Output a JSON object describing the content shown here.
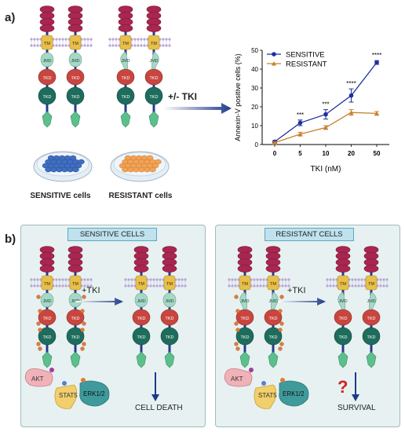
{
  "panel_a": {
    "label": "a)",
    "sensitive_caption": "SENSITIVE cells",
    "resistant_caption": "RESISTANT cells",
    "treatment_label": "+/- TKI"
  },
  "panel_b": {
    "label": "b)",
    "sensitive_title": "SENSITIVE CELLS",
    "resistant_title": "RESISTANT CELLS",
    "treatment_label_left": "+TKI",
    "treatment_label_right": "+TKI",
    "outcome_left": "CELL DEATH",
    "outcome_right": "SURVIVAL",
    "question_mark": "?"
  },
  "receptor": {
    "domain_labels": [
      "TM",
      "JMD",
      "TKD",
      "TKD"
    ],
    "signals": [
      "AKT",
      "STAT5",
      "ERK1/2"
    ]
  },
  "chart_data": {
    "type": "line",
    "x": [
      0,
      5,
      10,
      20,
      50
    ],
    "xticks": [
      "0",
      "5",
      "10",
      "20",
      "50"
    ],
    "xlabel": "TKI (nM)",
    "ylabel": "Annexin-V positive cells (%)",
    "ylim": [
      0,
      50
    ],
    "yticks": [
      0,
      10,
      20,
      30,
      40,
      50
    ],
    "legend_position": "top-left",
    "series": [
      {
        "name": "SENSITIVE",
        "color": "#1f2f9e",
        "marker": "circle",
        "values": [
          1.5,
          11.5,
          16,
          26,
          43.5
        ],
        "errors": [
          0.5,
          1.5,
          2.5,
          3.5,
          1.0
        ]
      },
      {
        "name": "RESISTANT",
        "color": "#c8802c",
        "marker": "triangle",
        "values": [
          1.0,
          5.5,
          9.0,
          17.0,
          16.5
        ],
        "errors": [
          0.4,
          1.0,
          1.0,
          1.5,
          1.0
        ]
      }
    ],
    "significance": [
      "",
      "***",
      "***",
      "****",
      "****"
    ]
  },
  "colors": {
    "ecd": "#a8264f",
    "tm": "#e7bf4a",
    "jmd": "#a7d8c6",
    "tkd1": "#c8463f",
    "tkd2": "#1e6c5c",
    "ctail": "#5cbf8c",
    "stalk": "#2b3a8e",
    "membrane": "#b9a6d6",
    "arrow": "#1f3a8a",
    "akt": "#f0b2b8",
    "stat5": "#f2cf6a",
    "erk": "#3f9b9b",
    "phospho": "#e07b39",
    "question": "#d42020"
  }
}
